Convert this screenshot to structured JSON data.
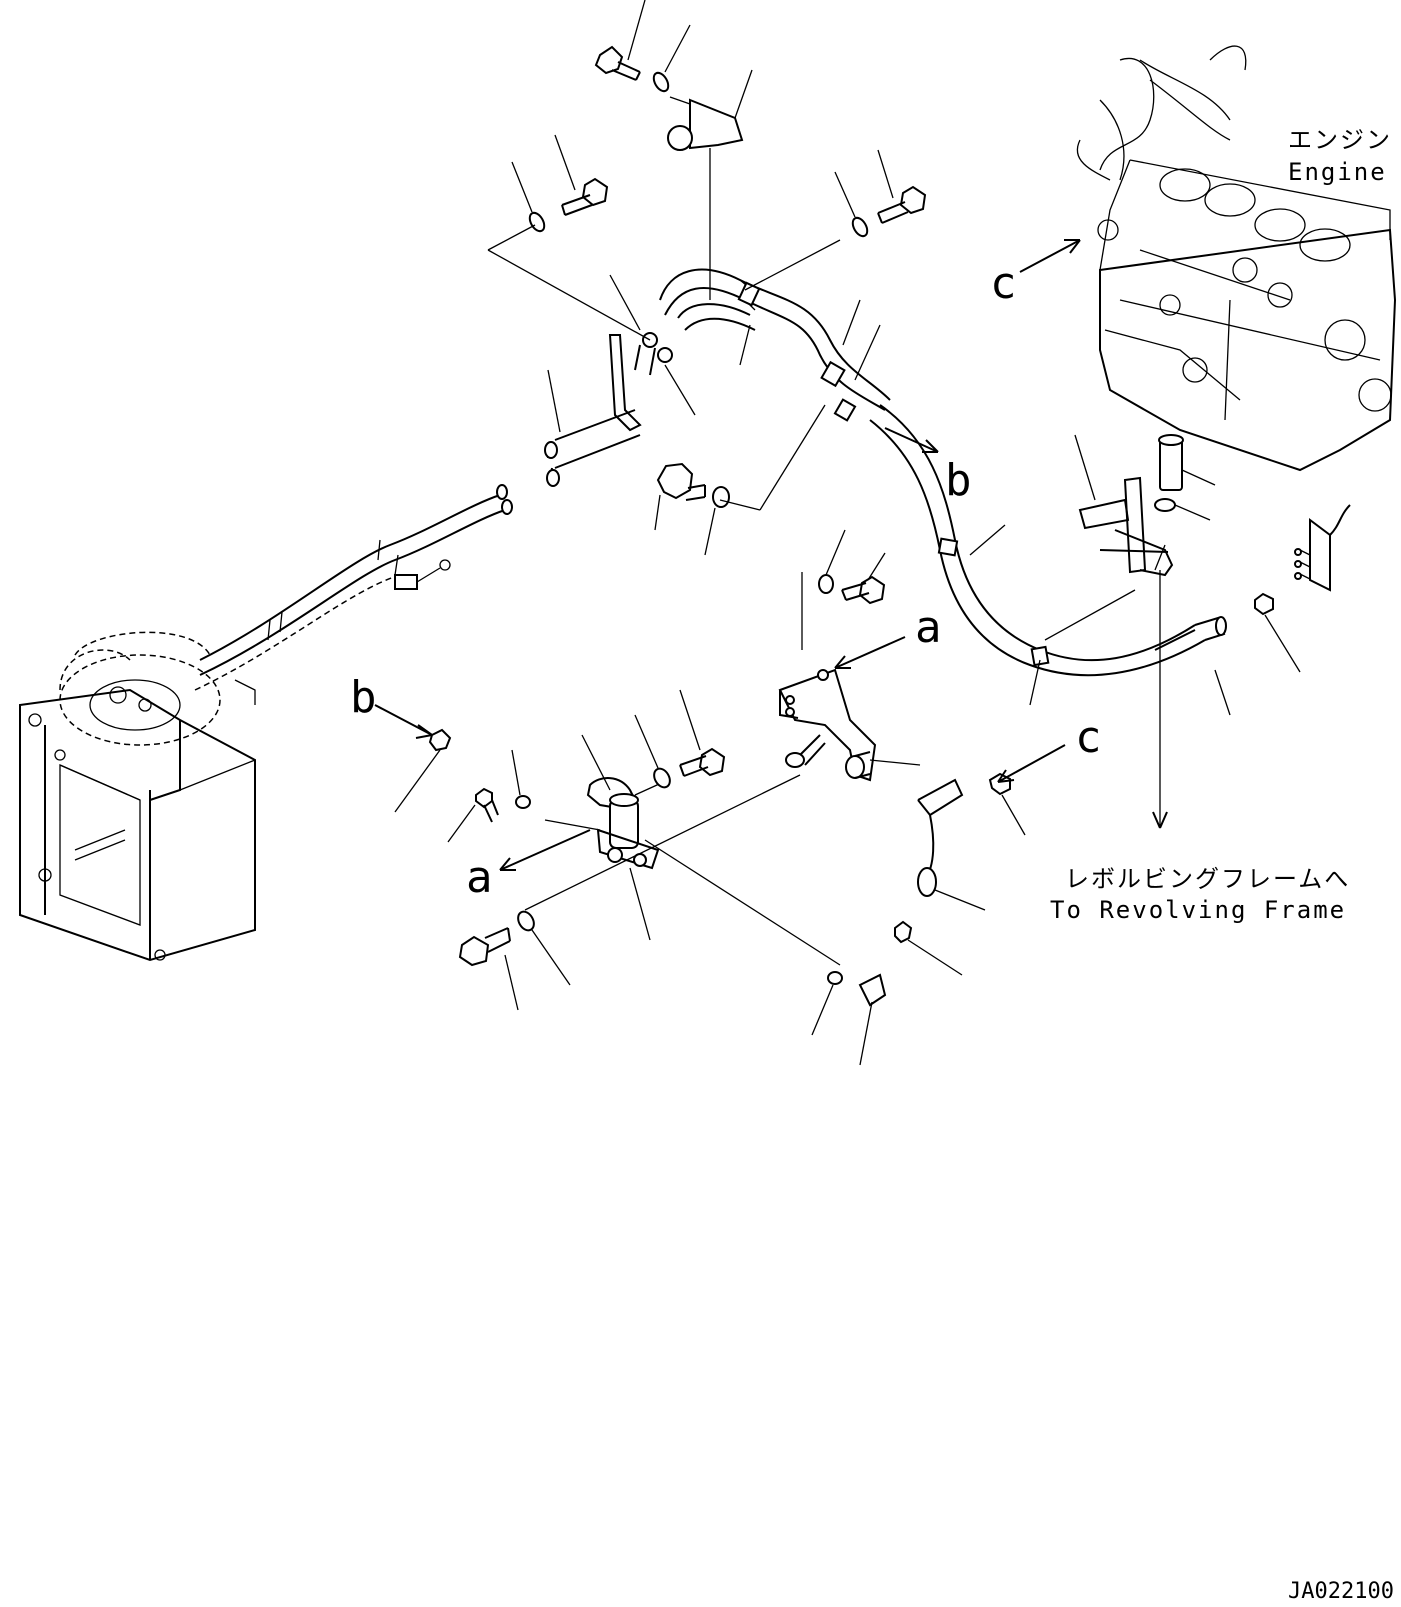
{
  "labels": {
    "engine_ja": "エンジン",
    "engine_en": "Engine",
    "revolving_ja": "レボルビングフレームへ",
    "revolving_en": "To Revolving Frame",
    "ref_a": "a",
    "ref_b": "b",
    "ref_c": "c",
    "drawing_code": "JA022100"
  }
}
